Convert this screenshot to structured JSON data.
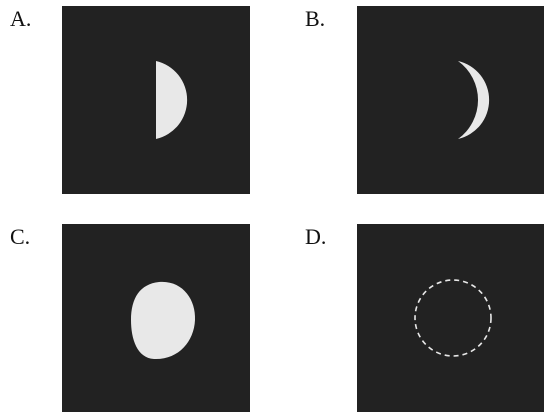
{
  "colors": {
    "panel_background": "#222222",
    "moon_fill": "#e8e8e8",
    "outline_stroke": "#e8e8e8",
    "label_text": "#111111"
  },
  "options": [
    {
      "label": "A.",
      "depiction": "half-moon"
    },
    {
      "label": "B.",
      "depiction": "crescent-moon"
    },
    {
      "label": "C.",
      "depiction": "gibbous-moon"
    },
    {
      "label": "D.",
      "depiction": "new-moon-dashed-outline"
    }
  ]
}
